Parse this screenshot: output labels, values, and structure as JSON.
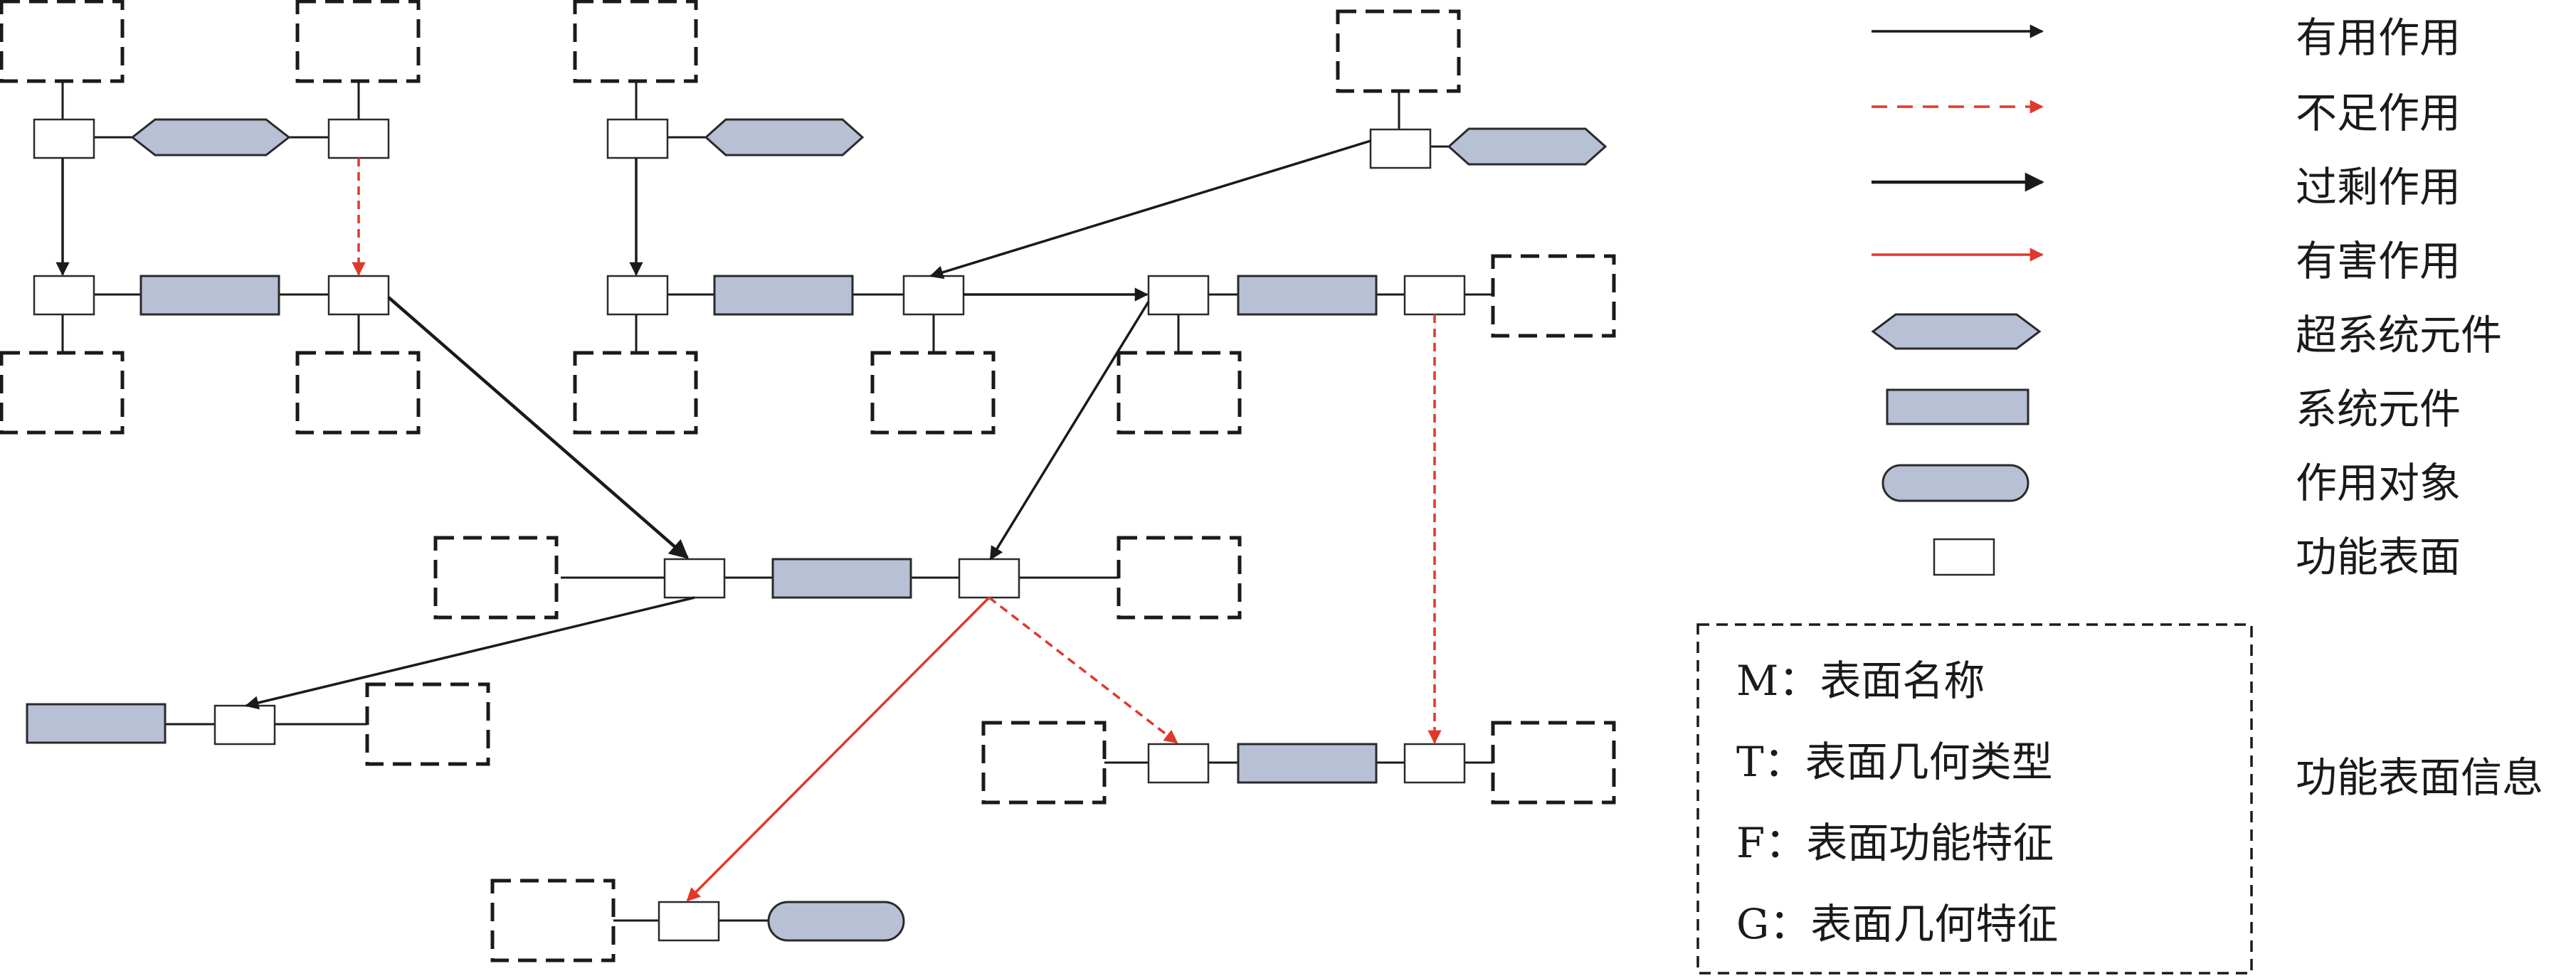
{
  "colors": {
    "line": "#1a1a1a",
    "insufficient": "#e0392b",
    "harmful": "#e0392b",
    "component_fill": "#b8c0d6",
    "component_stroke": "#2a2a2a",
    "surface_fill": "#ffffff",
    "dashed_box": "#1a1a1a"
  },
  "legend": {
    "useful": "有用作用",
    "insufficient": "不足作用",
    "excessive": "过剩作用",
    "harmful": "有害作用",
    "supersystem": "超系统元件",
    "system": "系统元件",
    "target": "作用对象",
    "surface": "功能表面"
  },
  "info": {
    "title": "功能表面信息",
    "rows": [
      "M：表面名称",
      "T：表面几何类型",
      "F：表面功能特征",
      "G：表面几何特征"
    ]
  },
  "icons": {
    "useful": "black-thin-arrow-icon",
    "insufficient": "red-dashed-arrow-icon",
    "excessive": "black-bold-arrow-icon",
    "harmful": "red-arrow-icon",
    "supersystem": "hexagon-icon",
    "system": "rectangle-icon",
    "target": "rounded-pill-icon",
    "surface": "small-square-icon"
  }
}
